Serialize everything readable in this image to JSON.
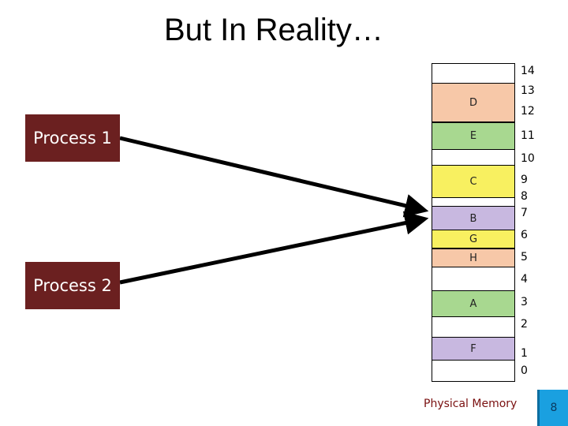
{
  "title": "But In Reality…",
  "processes": [
    {
      "label": "Process 1",
      "color": "#6b2020"
    },
    {
      "label": "Process 2",
      "color": "#6b2020"
    }
  ],
  "memory": {
    "caption": "Physical Memory",
    "addresses": [
      "14",
      "13",
      "12",
      "11",
      "10",
      "9",
      "8",
      "7",
      "6",
      "5",
      "4",
      "3",
      "2",
      "1",
      "0"
    ],
    "pages": [
      {
        "label": "D",
        "color": "#f7c8a8"
      },
      {
        "label": "E",
        "color": "#a8d890"
      },
      {
        "label": "C",
        "color": "#f8f060"
      },
      {
        "label": "B",
        "color": "#c8b8e0"
      },
      {
        "label": "G",
        "color": "#f8f060"
      },
      {
        "label": "H",
        "color": "#f7c8a8"
      },
      {
        "label": "A",
        "color": "#a8d890"
      },
      {
        "label": "F",
        "color": "#c8b8e0"
      }
    ]
  },
  "slide_number": "8"
}
